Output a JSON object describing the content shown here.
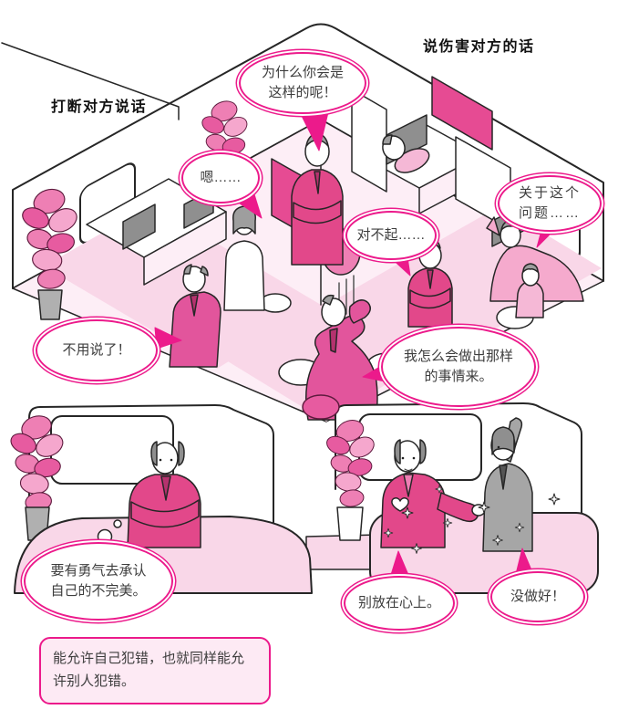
{
  "page": {
    "section_labels": {
      "interrupt": "打断对方说话",
      "hurtful": "说伤害对方的话"
    },
    "bubbles": {
      "why": "为什么你会是\n这样的呢！",
      "um": "嗯……",
      "sorry": "对不起……",
      "about_issue": "关于这个\n问题……",
      "no_need": "不用说了！",
      "how_could": "我怎么会做出那样\n的事情来。",
      "courage": "要有勇气去承认\n自己的不完美。",
      "dont_mind": "别放在心上。",
      "not_done": "没做好！"
    },
    "caption": "能允许自己犯错，也就同样能允许别人犯错。",
    "colors": {
      "accent": "#ec1a8b",
      "suit_pink": "#e2488a",
      "floor_pink": "#f9d7e8",
      "light_pink": "#fdeaf4",
      "gray_suit": "#a6a6a6"
    }
  }
}
